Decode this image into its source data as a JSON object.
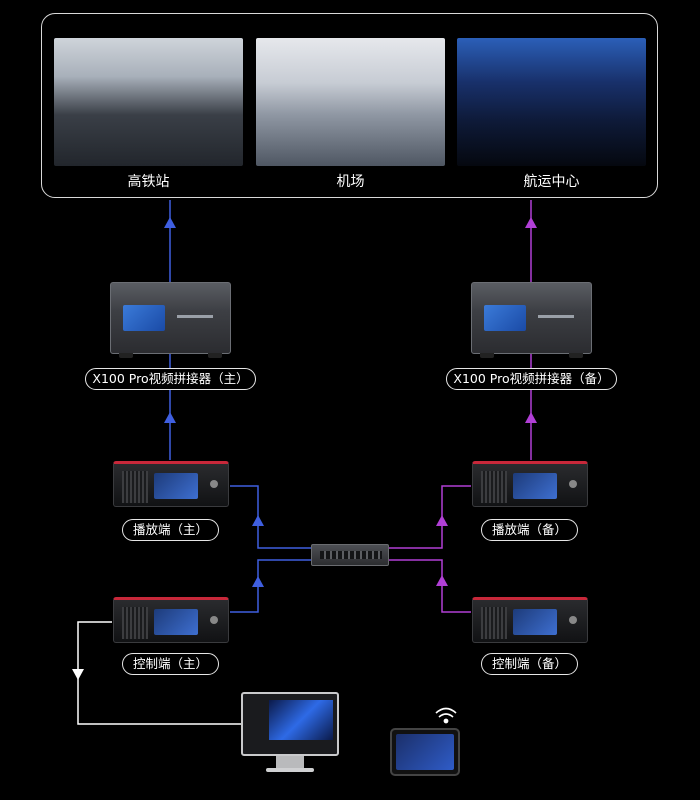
{
  "scenes": [
    {
      "label": "高铁站"
    },
    {
      "label": "机场"
    },
    {
      "label": "航运中心"
    }
  ],
  "devices": {
    "splicer_main": "X100 Pro视频拼接器（主）",
    "splicer_backup": "X100 Pro视频拼接器（备）",
    "player_main": "播放端（主）",
    "player_backup": "播放端（备）",
    "control_main": "控制端（主）",
    "control_backup": "控制端（备）"
  },
  "colors": {
    "main_line": "#3f5fe0",
    "backup_line": "#b13fd6",
    "control_line": "#ffffff",
    "border": "#d9d9d9"
  },
  "icons": [
    "wifi-icon",
    "monitor-icon",
    "tablet-icon",
    "network-switch-icon"
  ]
}
